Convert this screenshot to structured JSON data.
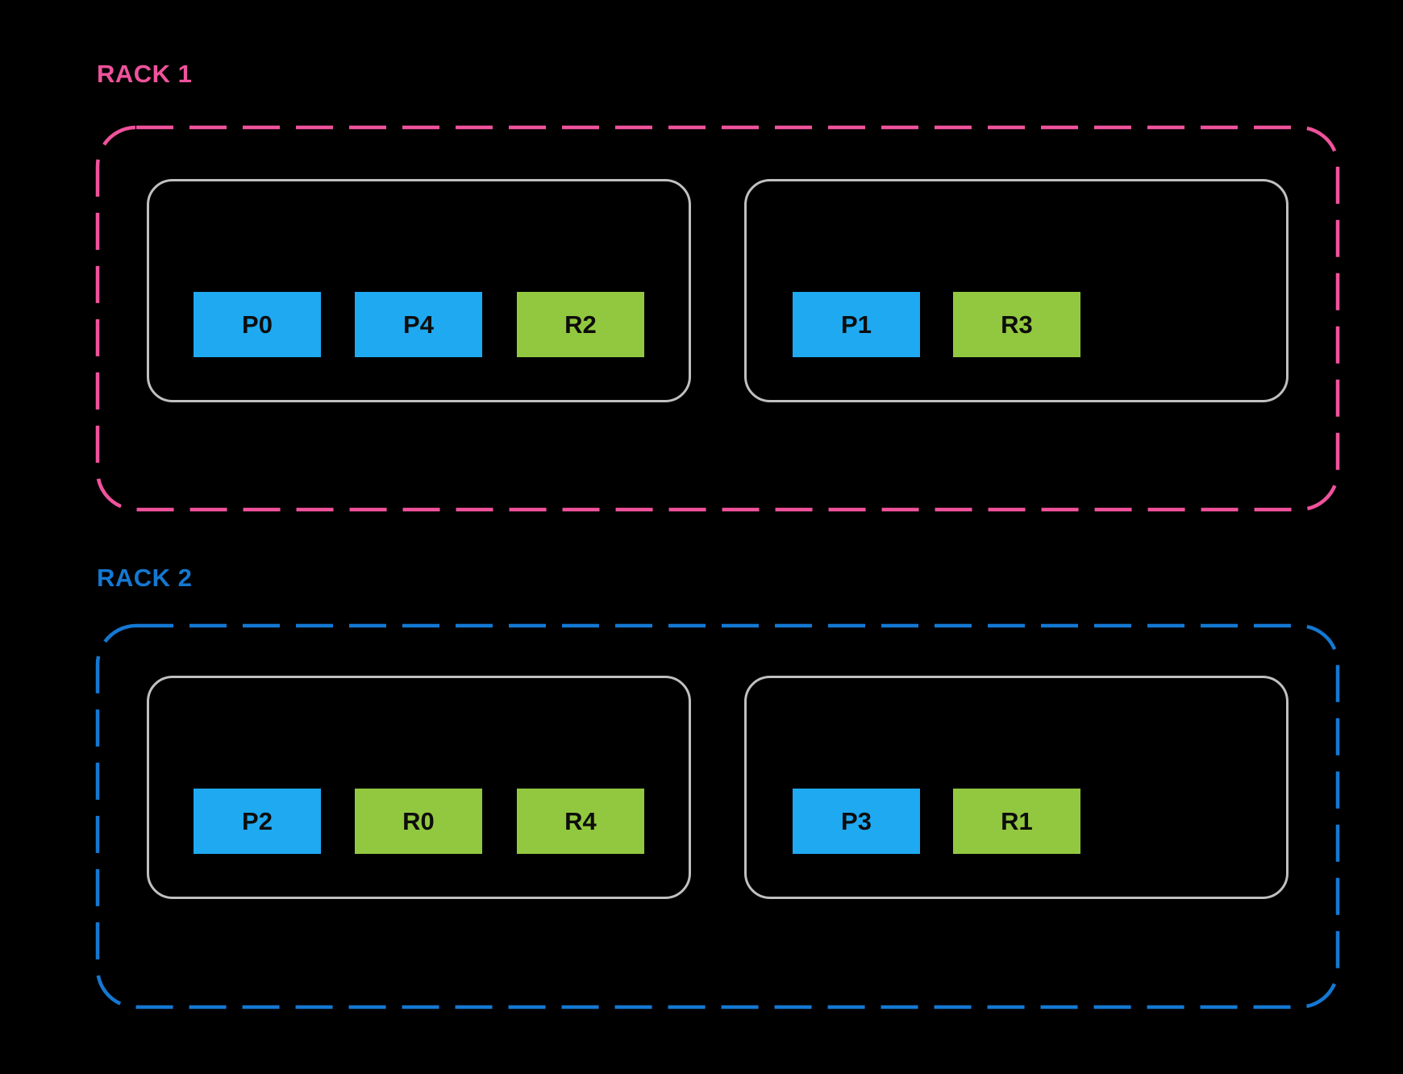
{
  "racks": [
    {
      "label": "RACK 1",
      "accent_color": "#F0529C",
      "hosts": [
        {
          "blocks": [
            {
              "label": "P0",
              "color": "#1FA9F1"
            },
            {
              "label": "P4",
              "color": "#1FA9F1"
            },
            {
              "label": "R2",
              "color": "#92C83F"
            }
          ]
        },
        {
          "blocks": [
            {
              "label": "P1",
              "color": "#1FA9F1"
            },
            {
              "label": "R3",
              "color": "#92C83F"
            }
          ]
        }
      ]
    },
    {
      "label": "RACK 2",
      "accent_color": "#1478D2",
      "hosts": [
        {
          "blocks": [
            {
              "label": "P2",
              "color": "#1FA9F1"
            },
            {
              "label": "R0",
              "color": "#92C83F"
            },
            {
              "label": "R4",
              "color": "#92C83F"
            }
          ]
        },
        {
          "blocks": [
            {
              "label": "P3",
              "color": "#1FA9F1"
            },
            {
              "label": "R1",
              "color": "#92C83F"
            }
          ]
        }
      ]
    }
  ],
  "colors": {
    "background": "#000000",
    "primary_block_blue": "#1FA9F1",
    "replica_block_green": "#92C83F",
    "host_border_gray": "#C0C0C0",
    "rack1_accent_pink": "#F0529C",
    "rack2_accent_blue": "#1478D2",
    "block_text": "#0D0D0D"
  }
}
